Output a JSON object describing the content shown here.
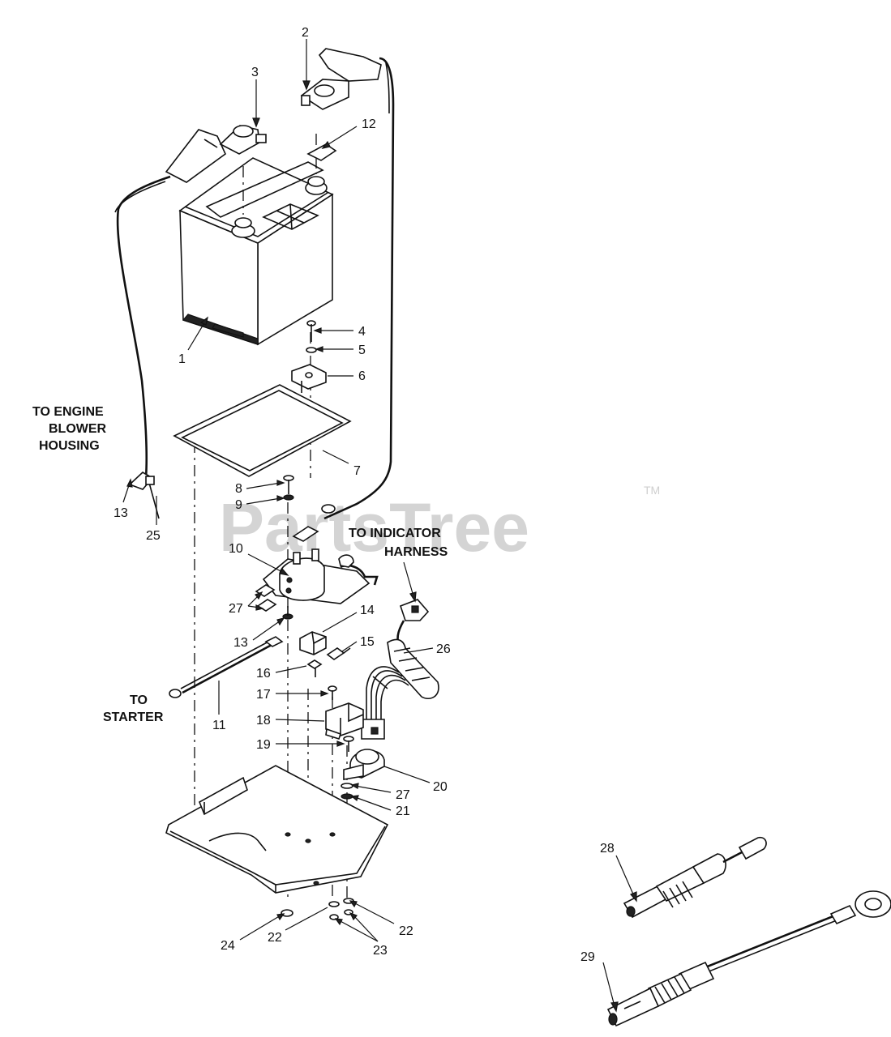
{
  "watermark": {
    "text": "PartsTree",
    "trademark": "TM"
  },
  "labels": {
    "engine": [
      "TO ENGINE",
      "BLOWER",
      "HOUSING"
    ],
    "indicator": [
      "TO INDICATOR",
      "HARNESS"
    ],
    "starter": [
      "TO",
      "STARTER"
    ]
  },
  "parts": {
    "p1": "1",
    "p2": "2",
    "p3": "3",
    "p4": "4",
    "p5": "5",
    "p6": "6",
    "p7": "7",
    "p8": "8",
    "p9": "9",
    "p10": "10",
    "p11": "11",
    "p12": "12",
    "p13a": "13",
    "p13b": "13",
    "p14": "14",
    "p15": "15",
    "p16": "16",
    "p17": "17",
    "p18": "18",
    "p19": "19",
    "p20": "20",
    "p21": "21",
    "p22a": "22",
    "p22b": "22",
    "p23": "23",
    "p24": "24",
    "p25": "25",
    "p26": "26",
    "p27a": "27",
    "p27b": "27",
    "p28": "28",
    "p29": "29"
  },
  "colors": {
    "ink": "#111111",
    "watermark": "#d4d4d4",
    "background": "#ffffff"
  }
}
